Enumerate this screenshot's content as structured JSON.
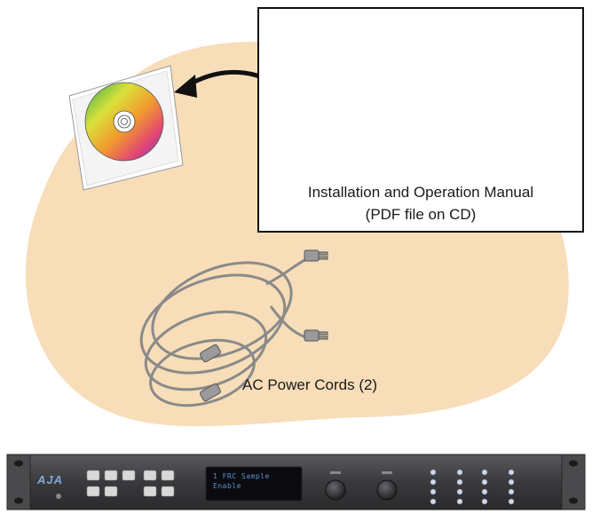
{
  "manual": {
    "title": "Installation and Operation Manual",
    "subtitle": "(PDF file on CD)"
  },
  "cords": {
    "label": "AC Power Cords (2)"
  },
  "device": {
    "brand": "AJA",
    "lcd_line1": "1  FRC Sample",
    "lcd_line2": "Enable"
  },
  "colors": {
    "blob": "#f7ddb8",
    "frame": "#111111",
    "rack": "#3e3e40",
    "lcd": "#0b0b0f",
    "lcd_text": "#5a8fd8"
  },
  "icons": [
    "cd-icon",
    "manual-book-icon",
    "arrow-icon",
    "power-cord-icon",
    "knob-icon"
  ]
}
